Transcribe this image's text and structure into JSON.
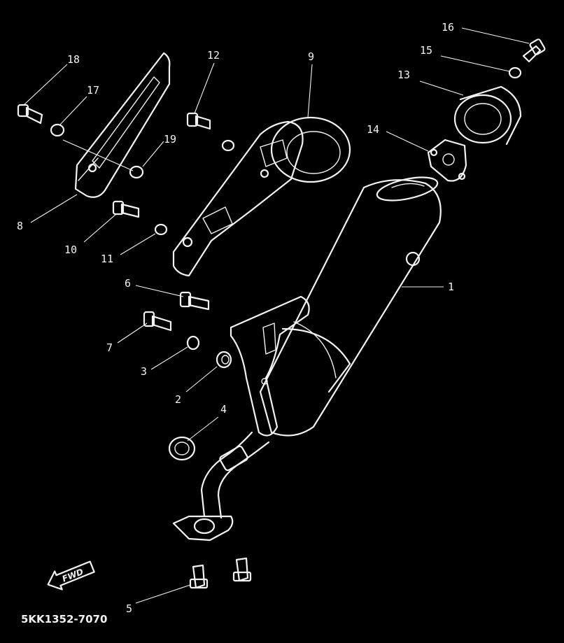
{
  "diagram": {
    "type": "exploded-parts-diagram",
    "colors": {
      "background": "#000000",
      "line": "#f2f2f2"
    },
    "callouts": [
      {
        "id": "1",
        "label": "1"
      },
      {
        "id": "2",
        "label": "2"
      },
      {
        "id": "3",
        "label": "3"
      },
      {
        "id": "4",
        "label": "4"
      },
      {
        "id": "5",
        "label": "5"
      },
      {
        "id": "6",
        "label": "6"
      },
      {
        "id": "7",
        "label": "7"
      },
      {
        "id": "8",
        "label": "8"
      },
      {
        "id": "9",
        "label": "9"
      },
      {
        "id": "10",
        "label": "10"
      },
      {
        "id": "11",
        "label": "11"
      },
      {
        "id": "12",
        "label": "12"
      },
      {
        "id": "13",
        "label": "13"
      },
      {
        "id": "14",
        "label": "14"
      },
      {
        "id": "15",
        "label": "15"
      },
      {
        "id": "16",
        "label": "16"
      },
      {
        "id": "17",
        "label": "17"
      },
      {
        "id": "18",
        "label": "18"
      },
      {
        "id": "19",
        "label": "19"
      }
    ],
    "direction_marker": {
      "label": "FWD",
      "icon": "forward-arrow-icon"
    },
    "drawing_code": "5KK1352-7070"
  }
}
